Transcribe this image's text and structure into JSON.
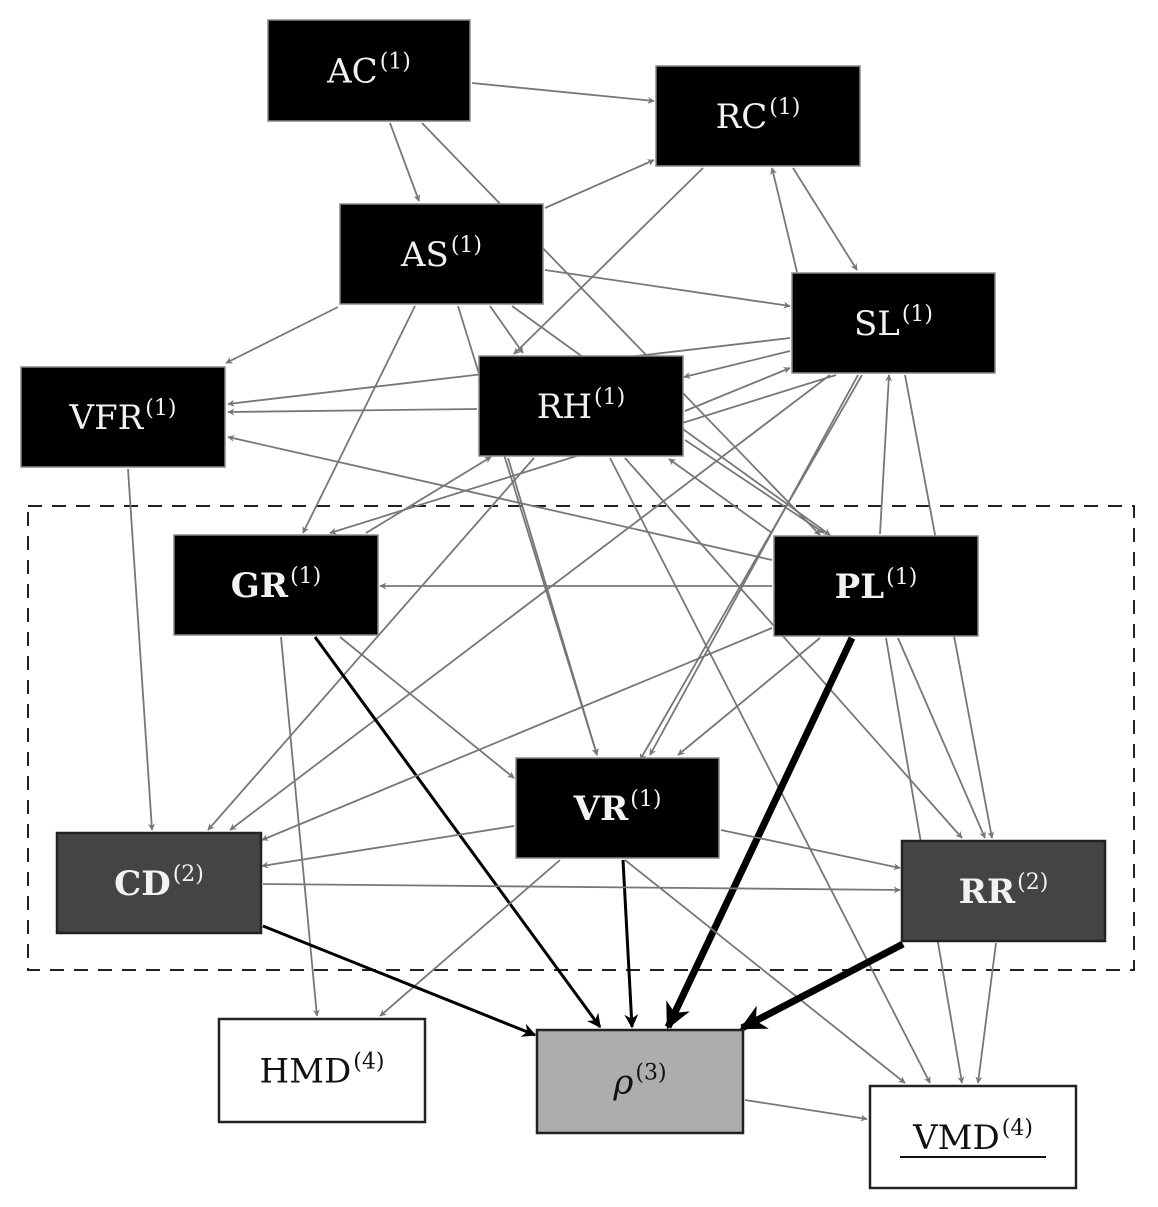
{
  "diagram": {
    "colors": {
      "level1_fill": "#000000",
      "level2_fill": "#444444",
      "level3_fill": "#adadad",
      "level4_fill": "#ffffff",
      "edge_normal": "#777777",
      "edge_strong": "#000000",
      "group_border": "#222222"
    },
    "nodes": [
      {
        "id": "AC",
        "label": "AC",
        "level": "(1)",
        "bold": false,
        "underline": false,
        "fill": "level1"
      },
      {
        "id": "RC",
        "label": "RC",
        "level": "(1)",
        "bold": false,
        "underline": false,
        "fill": "level1"
      },
      {
        "id": "AS",
        "label": "AS",
        "level": "(1)",
        "bold": false,
        "underline": false,
        "fill": "level1"
      },
      {
        "id": "SL",
        "label": "SL",
        "level": "(1)",
        "bold": false,
        "underline": false,
        "fill": "level1"
      },
      {
        "id": "VFR",
        "label": "VFR",
        "level": "(1)",
        "bold": false,
        "underline": false,
        "fill": "level1"
      },
      {
        "id": "RH",
        "label": "RH",
        "level": "(1)",
        "bold": false,
        "underline": false,
        "fill": "level1"
      },
      {
        "id": "GR",
        "label": "GR",
        "level": "(1)",
        "bold": true,
        "underline": false,
        "fill": "level1"
      },
      {
        "id": "PL",
        "label": "PL",
        "level": "(1)",
        "bold": true,
        "underline": false,
        "fill": "level1"
      },
      {
        "id": "VR",
        "label": "VR",
        "level": "(1)",
        "bold": true,
        "underline": false,
        "fill": "level1"
      },
      {
        "id": "CD",
        "label": "CD",
        "level": "(2)",
        "bold": true,
        "underline": false,
        "fill": "level2"
      },
      {
        "id": "RR",
        "label": "RR",
        "level": "(2)",
        "bold": true,
        "underline": false,
        "fill": "level2"
      },
      {
        "id": "RHO",
        "label": "ρ",
        "level": "(3)",
        "bold": false,
        "underline": false,
        "italic": true,
        "fill": "level3"
      },
      {
        "id": "HMD",
        "label": "HMD",
        "level": "(4)",
        "bold": false,
        "underline": false,
        "fill": "level4"
      },
      {
        "id": "VMD",
        "label": "VMD",
        "level": "(4)",
        "bold": false,
        "underline": true,
        "fill": "level4"
      }
    ],
    "edges": [
      {
        "from": "AC",
        "to": "RC",
        "weight": 1
      },
      {
        "from": "AC",
        "to": "AS",
        "weight": 1
      },
      {
        "from": "AC",
        "to": "PL",
        "weight": 1
      },
      {
        "from": "AS",
        "to": "RC",
        "weight": 1
      },
      {
        "from": "AS",
        "to": "SL",
        "weight": 1
      },
      {
        "from": "AS",
        "to": "VFR",
        "weight": 1
      },
      {
        "from": "AS",
        "to": "GR",
        "weight": 1
      },
      {
        "from": "AS",
        "to": "RH",
        "weight": 1
      },
      {
        "from": "AS",
        "to": "VR",
        "weight": 1
      },
      {
        "from": "AS",
        "to": "PL",
        "weight": 1
      },
      {
        "from": "RC",
        "to": "SL",
        "weight": 1
      },
      {
        "from": "RC",
        "to": "RH",
        "weight": 1
      },
      {
        "from": "SL",
        "to": "RC",
        "weight": 1
      },
      {
        "from": "SL",
        "to": "RH",
        "weight": 1
      },
      {
        "from": "SL",
        "to": "VFR",
        "weight": 1
      },
      {
        "from": "SL",
        "to": "CD",
        "weight": 1
      },
      {
        "from": "SL",
        "to": "VR",
        "weight": 1
      },
      {
        "from": "SL",
        "to": "GR",
        "weight": 1
      },
      {
        "from": "SL",
        "to": "RR",
        "weight": 1
      },
      {
        "from": "SL",
        "to": "RHO",
        "weight": 1
      },
      {
        "from": "RH",
        "to": "VFR",
        "weight": 1
      },
      {
        "from": "RH",
        "to": "SL",
        "weight": 1
      },
      {
        "from": "RH",
        "to": "PL",
        "weight": 1
      },
      {
        "from": "RH",
        "to": "VR",
        "weight": 1
      },
      {
        "from": "RH",
        "to": "CD",
        "weight": 1
      },
      {
        "from": "RH",
        "to": "RR",
        "weight": 1
      },
      {
        "from": "RH",
        "to": "VMD",
        "weight": 1
      },
      {
        "from": "VFR",
        "to": "CD",
        "weight": 1
      },
      {
        "from": "GR",
        "to": "RH",
        "weight": 1
      },
      {
        "from": "GR",
        "to": "HMD",
        "weight": 1
      },
      {
        "from": "GR",
        "to": "VR",
        "weight": 1
      },
      {
        "from": "GR",
        "to": "RHO",
        "weight": 2
      },
      {
        "from": "PL",
        "to": "GR",
        "weight": 1
      },
      {
        "from": "PL",
        "to": "VFR",
        "weight": 1
      },
      {
        "from": "PL",
        "to": "SL",
        "weight": 1
      },
      {
        "from": "PL",
        "to": "RH",
        "weight": 1
      },
      {
        "from": "PL",
        "to": "VR",
        "weight": 1
      },
      {
        "from": "PL",
        "to": "CD",
        "weight": 1
      },
      {
        "from": "PL",
        "to": "RR",
        "weight": 1
      },
      {
        "from": "PL",
        "to": "VMD",
        "weight": 1
      },
      {
        "from": "PL",
        "to": "RHO",
        "weight": 4
      },
      {
        "from": "VR",
        "to": "CD",
        "weight": 1
      },
      {
        "from": "VR",
        "to": "RR",
        "weight": 1
      },
      {
        "from": "VR",
        "to": "HMD",
        "weight": 1
      },
      {
        "from": "VR",
        "to": "VMD",
        "weight": 1
      },
      {
        "from": "VR",
        "to": "RHO",
        "weight": 2
      },
      {
        "from": "CD",
        "to": "RR",
        "weight": 1
      },
      {
        "from": "CD",
        "to": "RHO",
        "weight": 2
      },
      {
        "from": "RR",
        "to": "RHO",
        "weight": 4
      },
      {
        "from": "RR",
        "to": "VMD",
        "weight": 1
      },
      {
        "from": "RHO",
        "to": "VMD",
        "weight": 1
      }
    ]
  }
}
